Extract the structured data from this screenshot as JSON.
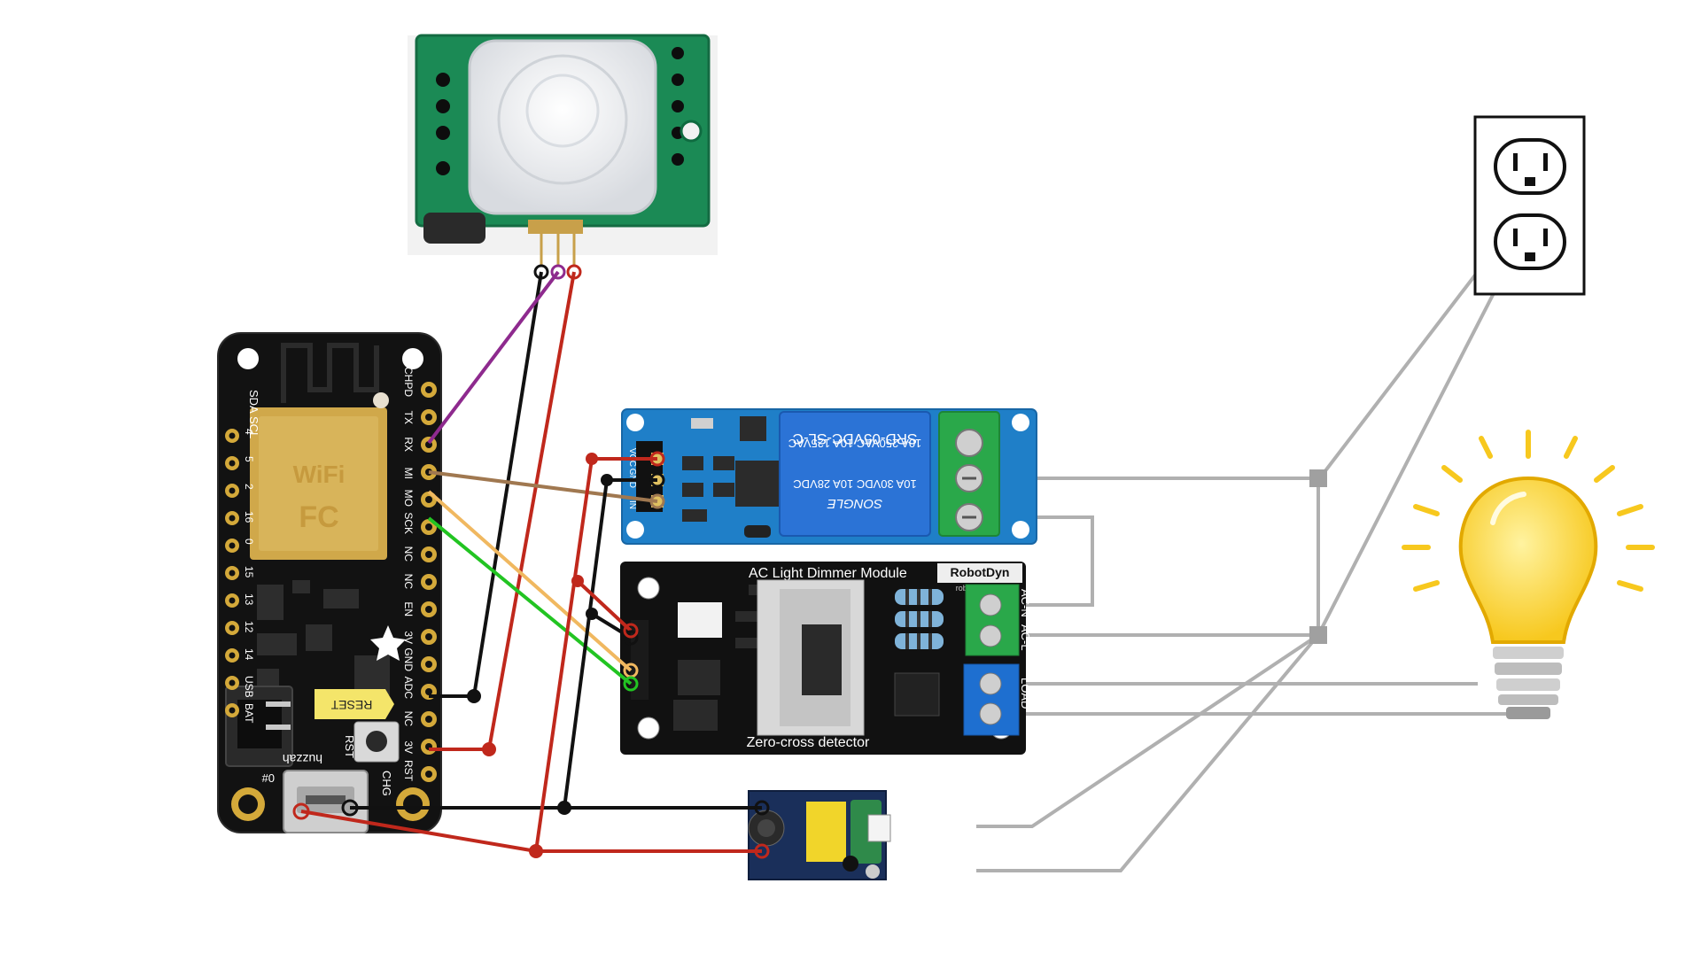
{
  "colors": {
    "background": "#ffffff",
    "wire_gray": "#b0b0b0",
    "wire_black": "#111111",
    "wire_red": "#c0281c",
    "wire_purple": "#8e2a8e",
    "wire_brown": "#a07850",
    "wire_orange": "#f0b860",
    "wire_green": "#22c422",
    "pcb_black": "#121212",
    "pcb_green": "#1b8a55",
    "relay_blue": "#1f7fc8",
    "terminal_green": "#2aa84a",
    "terminal_blue": "#1e6fd0",
    "bulb_yellow": "#f7c81e",
    "gold": "#d4a93a"
  },
  "components": {
    "pir_sensor": {
      "icon": "pir-motion-sensor"
    },
    "esp_board": {
      "icon": "esp8266-feather-board",
      "right_pins": [
        "CHPD",
        "TX",
        "RX",
        "MI",
        "MO",
        "SCK",
        "NC",
        "NC",
        "EN",
        "3V",
        "GND",
        "ADC",
        "NC",
        "3V",
        "RST"
      ],
      "left_pins": [
        "4",
        "5",
        "2",
        "16",
        "0",
        "15",
        "13",
        "12",
        "14",
        "USB",
        "BAT"
      ],
      "labels": {
        "sda": "SDA",
        "scl": "SCL",
        "reset": "RESET",
        "rst": "RST",
        "chg": "CHG",
        "huzzah": "huzzah",
        "pin_zero": "0#"
      }
    },
    "relay_module": {
      "icon": "relay-module",
      "model": "SRD-05VDC-SL-C",
      "rating_1": "10A 250VAC  10A 125VAC",
      "rating_2": "10A 30VDC  10A 28VDC",
      "brand": "SONGLE",
      "pins": [
        "VCC",
        "GND",
        "IN"
      ]
    },
    "dimmer_module": {
      "icon": "ac-dimmer-module",
      "title": "AC Light Dimmer Module",
      "brand": "RobotDyn",
      "brand_url": "robotdyn.com",
      "footer": "Zero-cross detector",
      "terminal_labels": [
        "AC-N",
        "AC-L",
        "LOAD"
      ]
    },
    "power_supply": {
      "icon": "ac-dc-power-module"
    },
    "outlet": {
      "icon": "wall-outlet"
    },
    "bulb": {
      "icon": "light-bulb"
    }
  }
}
